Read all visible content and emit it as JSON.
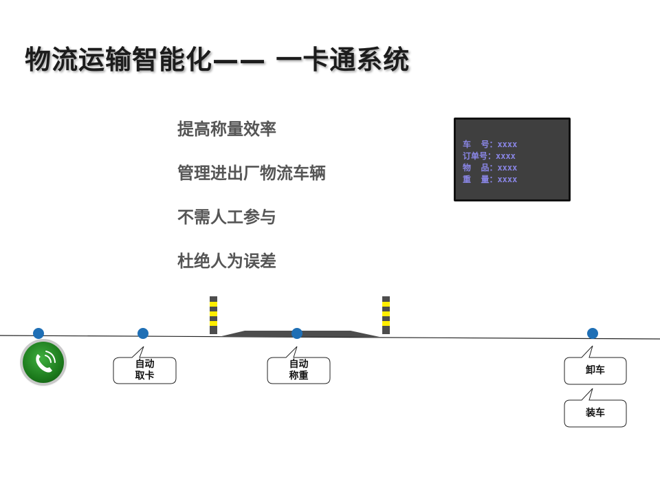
{
  "title": "物流运输智能化—— 一卡通系统",
  "bullets": [
    "提高称量效率",
    "管理进出厂物流车辆",
    "不需人工参与",
    "杜绝人为误差"
  ],
  "display": {
    "lines": [
      "车  号：xxxx",
      "订单号：xxxx",
      "物  品：xxxx",
      "重  量：xxxx"
    ]
  },
  "callouts": {
    "auto_card": [
      "自动",
      "取卡"
    ],
    "auto_weigh": [
      "自动",
      "称重"
    ],
    "unload": "卸车",
    "load": "装车"
  },
  "icons": {
    "phone": "phone-icon"
  },
  "colors": {
    "node": "#1f6fb5",
    "screen_bg": "#3f3f3f",
    "screen_text": "#8a86e6",
    "barrier_stripe": "#ffee00",
    "platform": "#4d4d4d"
  }
}
